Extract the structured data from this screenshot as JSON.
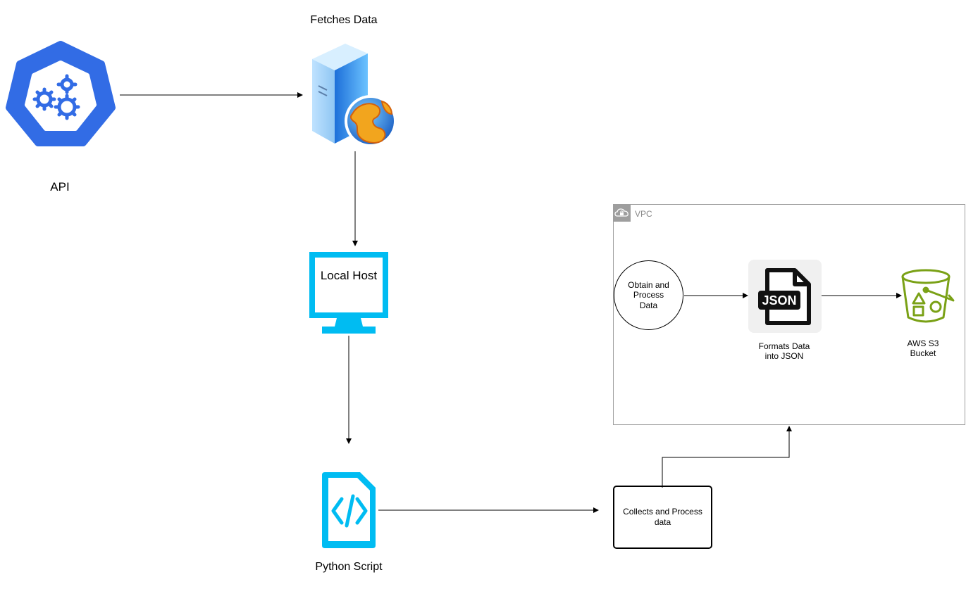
{
  "nodes": {
    "api": {
      "label": "API",
      "icon": "kubernetes-api-icon"
    },
    "server": {
      "label": "Fetches Data",
      "icon": "web-server-icon"
    },
    "local_host": {
      "label": "Local Host",
      "icon": "monitor-icon"
    },
    "python": {
      "label": "Python Script",
      "icon": "code-file-icon"
    },
    "collects": {
      "label": "Collects and Process data"
    },
    "vpc": {
      "label": "VPC",
      "icon": "vpc-cloud-lock-icon"
    },
    "obtain": {
      "label": "Obtain and Process Data"
    },
    "json": {
      "label": "Formats Data into JSON",
      "icon": "json-file-icon",
      "badge": "JSON"
    },
    "s3": {
      "label": "AWS S3 Bucket",
      "icon": "s3-bucket-icon"
    }
  },
  "colors": {
    "api_blue": "#326ce5",
    "monitor_cyan": "#00bcf2",
    "s3_green": "#7aa116",
    "vpc_border": "#9e9e9e"
  }
}
